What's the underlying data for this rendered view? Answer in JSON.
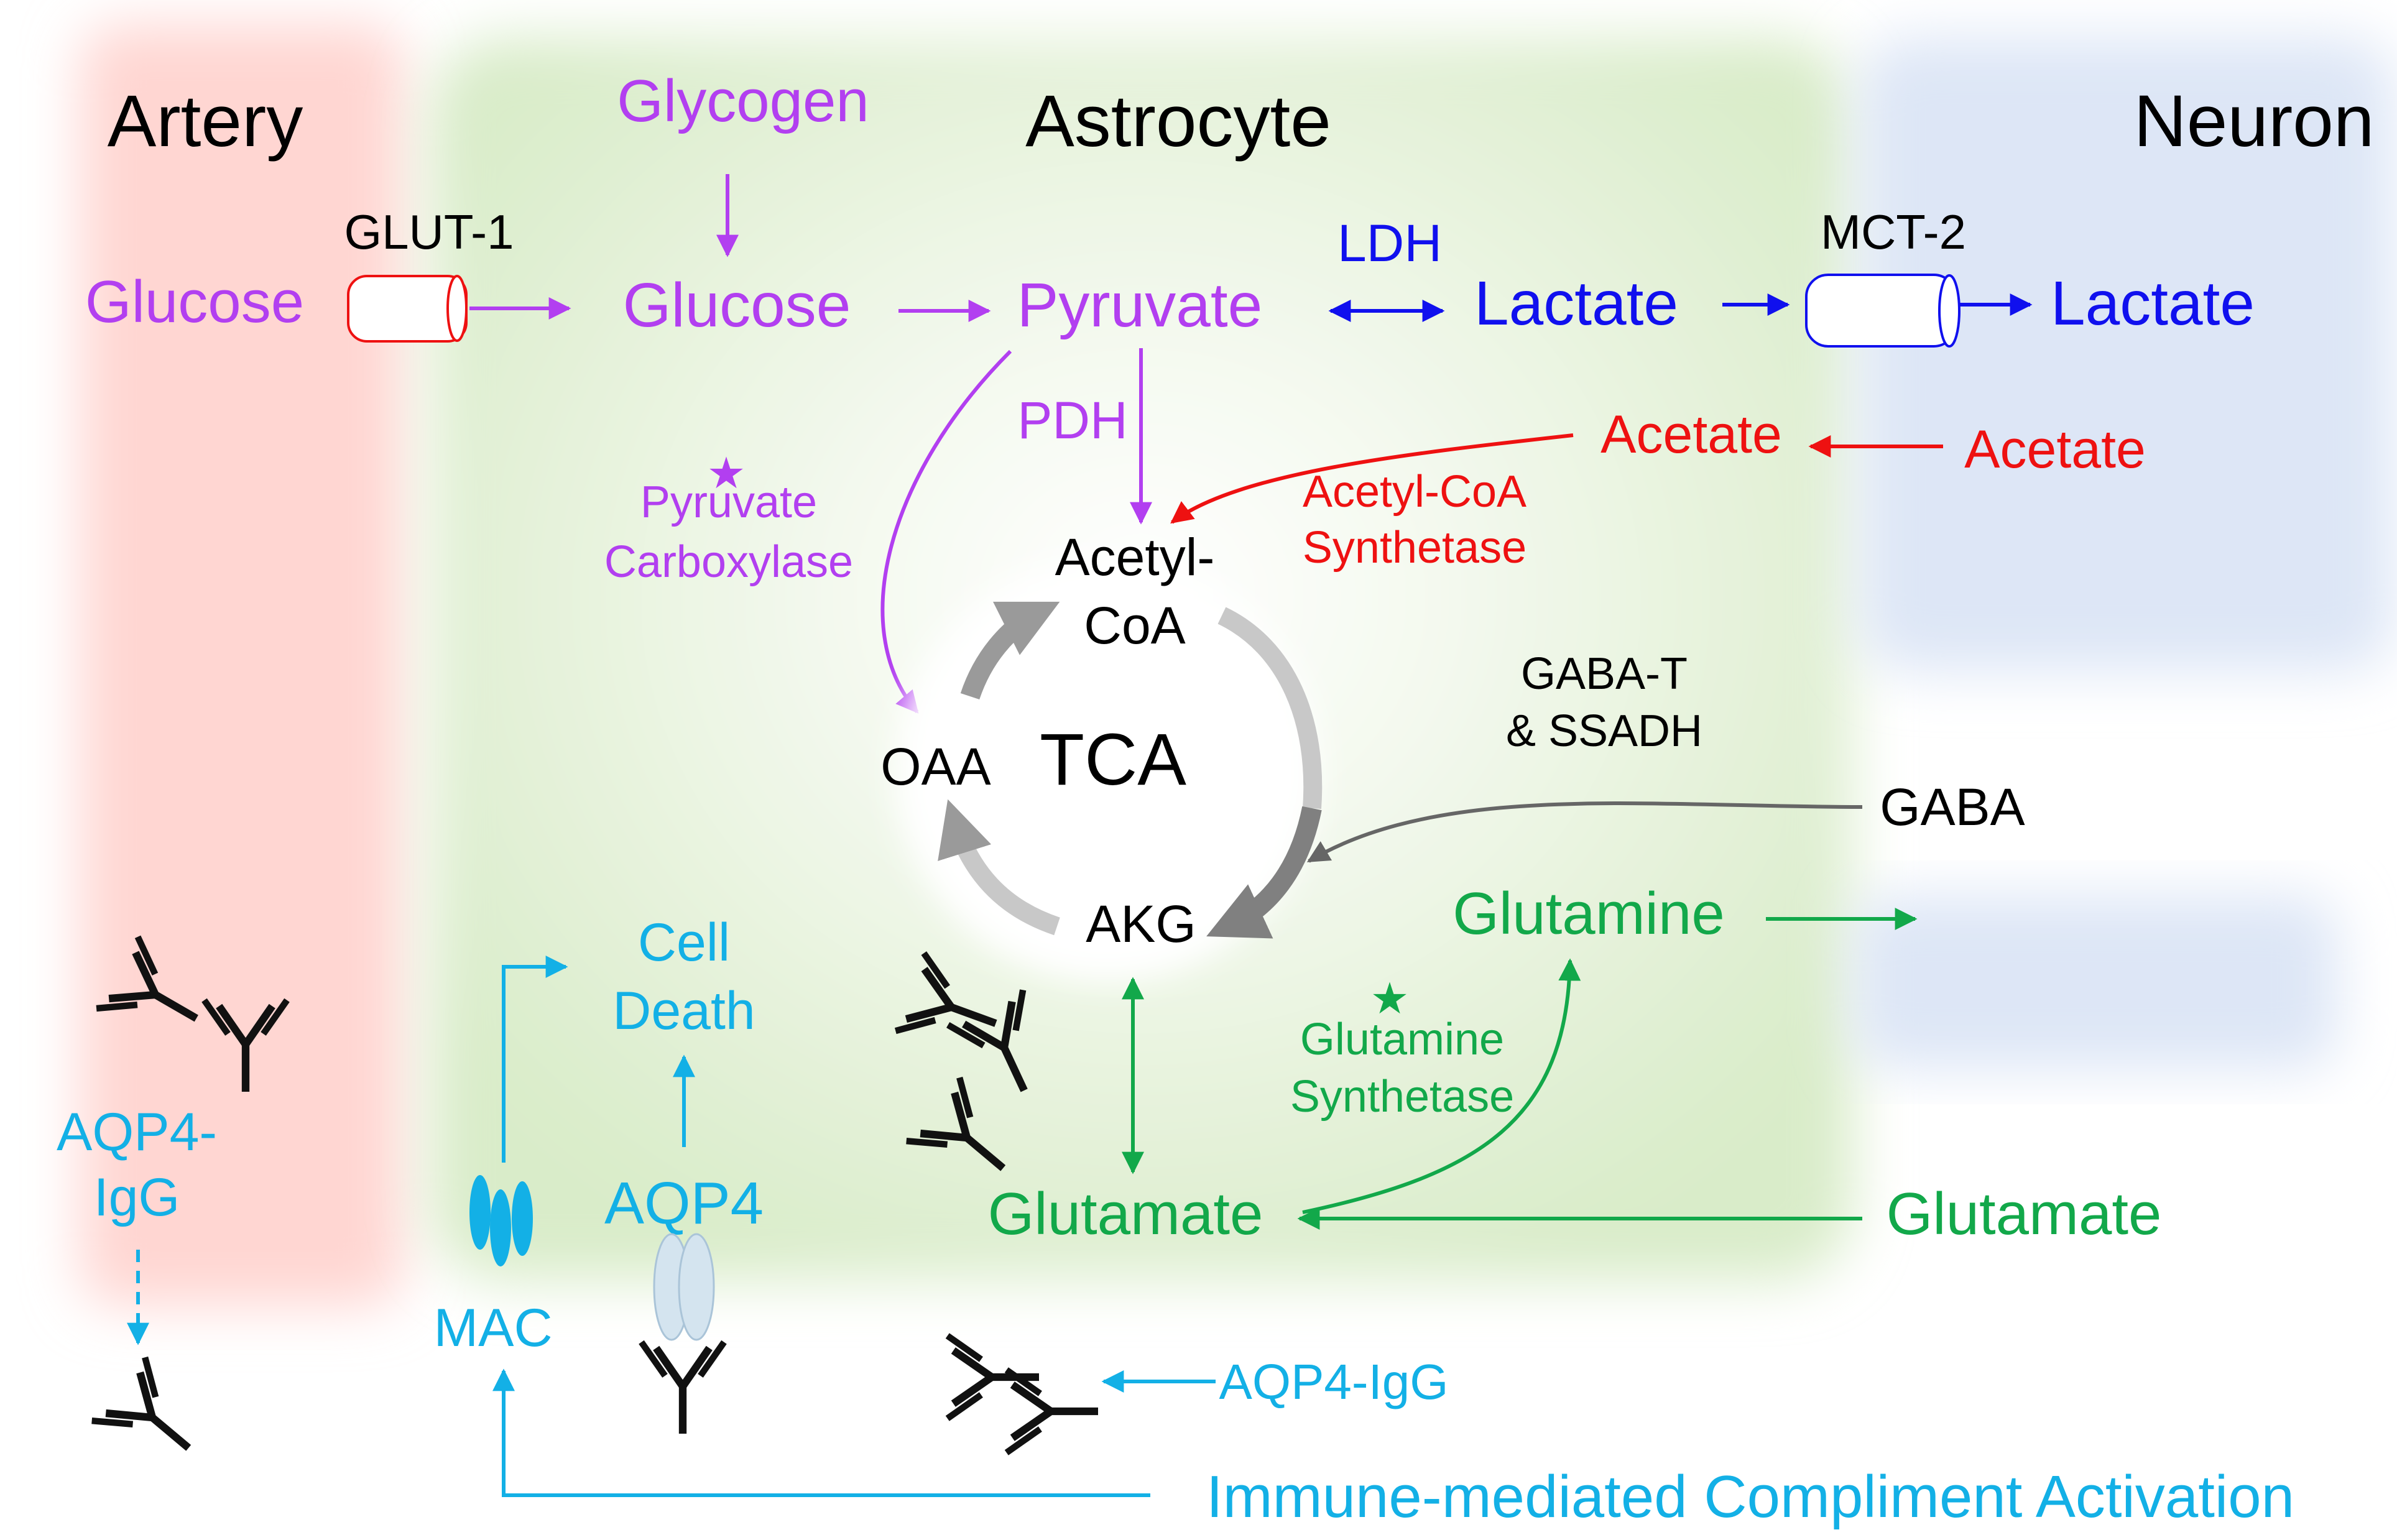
{
  "regions": {
    "artery": "Artery",
    "astrocyte": "Astrocyte",
    "neuron": "Neuron"
  },
  "transporters": {
    "glut1": "GLUT-1",
    "mct2": "MCT-2"
  },
  "metabolites": {
    "glucose_artery": "Glucose",
    "glycogen": "Glycogen",
    "glucose_astro": "Glucose",
    "pyruvate": "Pyruvate",
    "lactate_astro": "Lactate",
    "lactate_neuron": "Lactate",
    "acetate_astro": "Acetate",
    "acetate_neuron": "Acetate",
    "acetyl_coa_line1": "Acetyl-",
    "acetyl_coa_line2": "CoA",
    "oaa": "OAA",
    "tca": "TCA",
    "akg": "AKG",
    "gaba": "GABA",
    "glutamine": "Glutamine",
    "glutamate_astro": "Glutamate",
    "glutamate_neuron": "Glutamate"
  },
  "enzymes": {
    "ldh": "LDH",
    "pdh": "PDH",
    "pyruvate_carboxylase_line1": "Pyruvate",
    "pyruvate_carboxylase_line2": "Carboxylase",
    "acetyl_coa_synthetase_line1": "Acetyl-CoA",
    "acetyl_coa_synthetase_line2": "Synthetase",
    "gaba_t_line1": "GABA-T",
    "gaba_t_line2": "& SSADH",
    "glutamine_synthetase_line1": "Glutamine",
    "glutamine_synthetase_line2": "Synthetase"
  },
  "immune": {
    "aqp4_igg_artery_line1": "AQP4-",
    "aqp4_igg_artery_line2": "IgG",
    "cell_death_line1": "Cell",
    "cell_death_line2": "Death",
    "aqp4": "AQP4",
    "mac": "MAC",
    "aqp4_igg": "AQP4-IgG",
    "complement": "Immune-mediated Compliment Activation"
  },
  "colors": {
    "purple": "#b23ff0",
    "blue": "#1010ee",
    "red": "#ee1111",
    "green": "#12a84a",
    "cyan": "#13b0e6",
    "gray_arrow": "#666666",
    "black": "#000000"
  }
}
